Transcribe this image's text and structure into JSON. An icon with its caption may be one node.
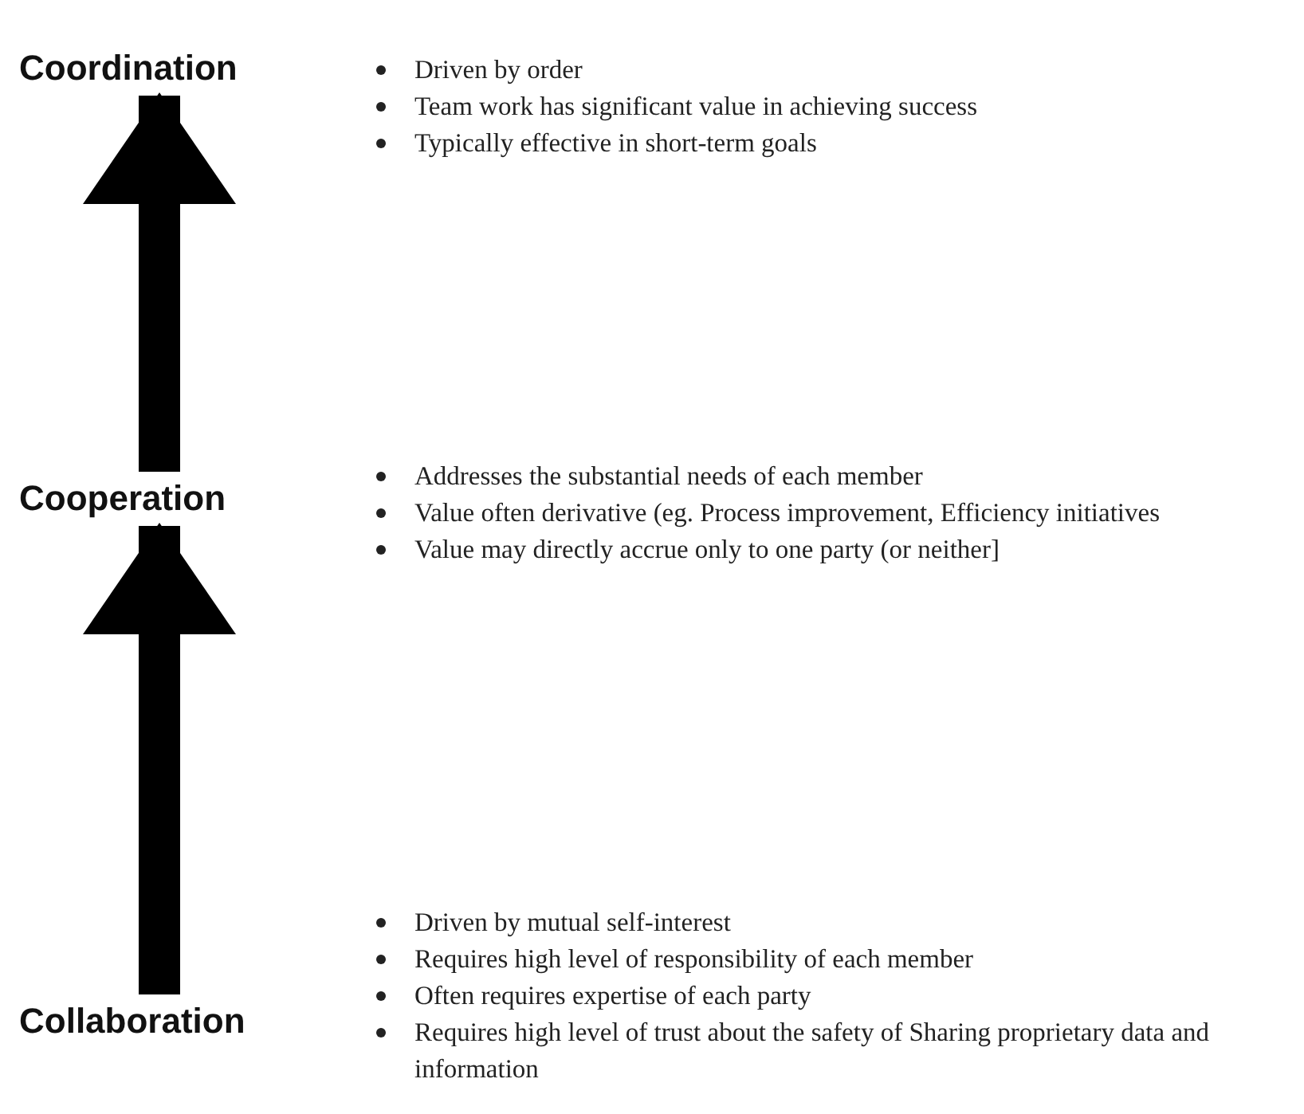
{
  "diagram": {
    "nodes": [
      {
        "text": [
          "Coordination"
        ],
        "beside": [
          "Driven by order",
          "Team work has significant value in achieving success",
          "Typically effective in short-term goals"
        ]
      },
      {
        "text": [
          "Cooperation"
        ],
        "beside": [
          "Addresses the substantial needs of each member",
          "Value often derivative (eg. Process improvement, Efficiency initiatives",
          "Value may directly accrue only to one party (or neither]"
        ]
      },
      {
        "text": [
          "Collaboration"
        ],
        "beside": [
          "Driven by mutual self-interest",
          "Requires high level of responsibility of each member",
          "Often requires expertise of each party",
          "Requires high level of trust about the safety of Sharing proprietary data and information"
        ]
      }
    ],
    "edges": [
      {
        "from": 2,
        "to": 1,
        "arrow": "to"
      },
      {
        "from": 1,
        "to": 0,
        "arrow": "to"
      }
    ]
  }
}
